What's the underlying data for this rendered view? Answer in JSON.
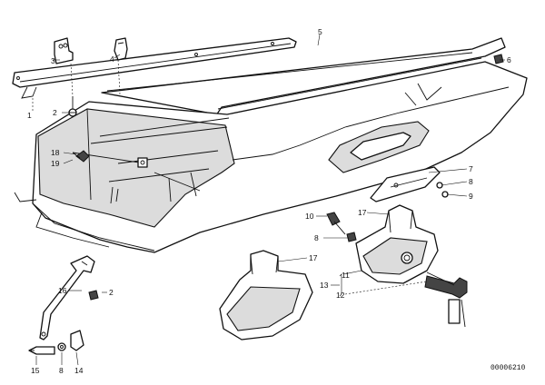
{
  "callouts": [
    {
      "id": "c1",
      "text": "1"
    },
    {
      "id": "c2a",
      "text": "2"
    },
    {
      "id": "c3",
      "text": "3"
    },
    {
      "id": "c4",
      "text": "4"
    },
    {
      "id": "c5",
      "text": "5"
    },
    {
      "id": "c6",
      "text": "6"
    },
    {
      "id": "c18a",
      "text": "18"
    },
    {
      "id": "c19",
      "text": "19"
    },
    {
      "id": "c7",
      "text": "7"
    },
    {
      "id": "c8a",
      "text": "8"
    },
    {
      "id": "c9",
      "text": "9"
    },
    {
      "id": "c10",
      "text": "10"
    },
    {
      "id": "c17a",
      "text": "17"
    },
    {
      "id": "c8b",
      "text": "8"
    },
    {
      "id": "c17b",
      "text": "17"
    },
    {
      "id": "c11",
      "text": "11"
    },
    {
      "id": "c13",
      "text": "13"
    },
    {
      "id": "c12",
      "text": "12"
    },
    {
      "id": "c16",
      "text": "16"
    },
    {
      "id": "c2b",
      "text": "2"
    },
    {
      "id": "c15",
      "text": "15"
    },
    {
      "id": "c8c",
      "text": "8"
    },
    {
      "id": "c14",
      "text": "14"
    }
  ],
  "document_number": "00006210"
}
